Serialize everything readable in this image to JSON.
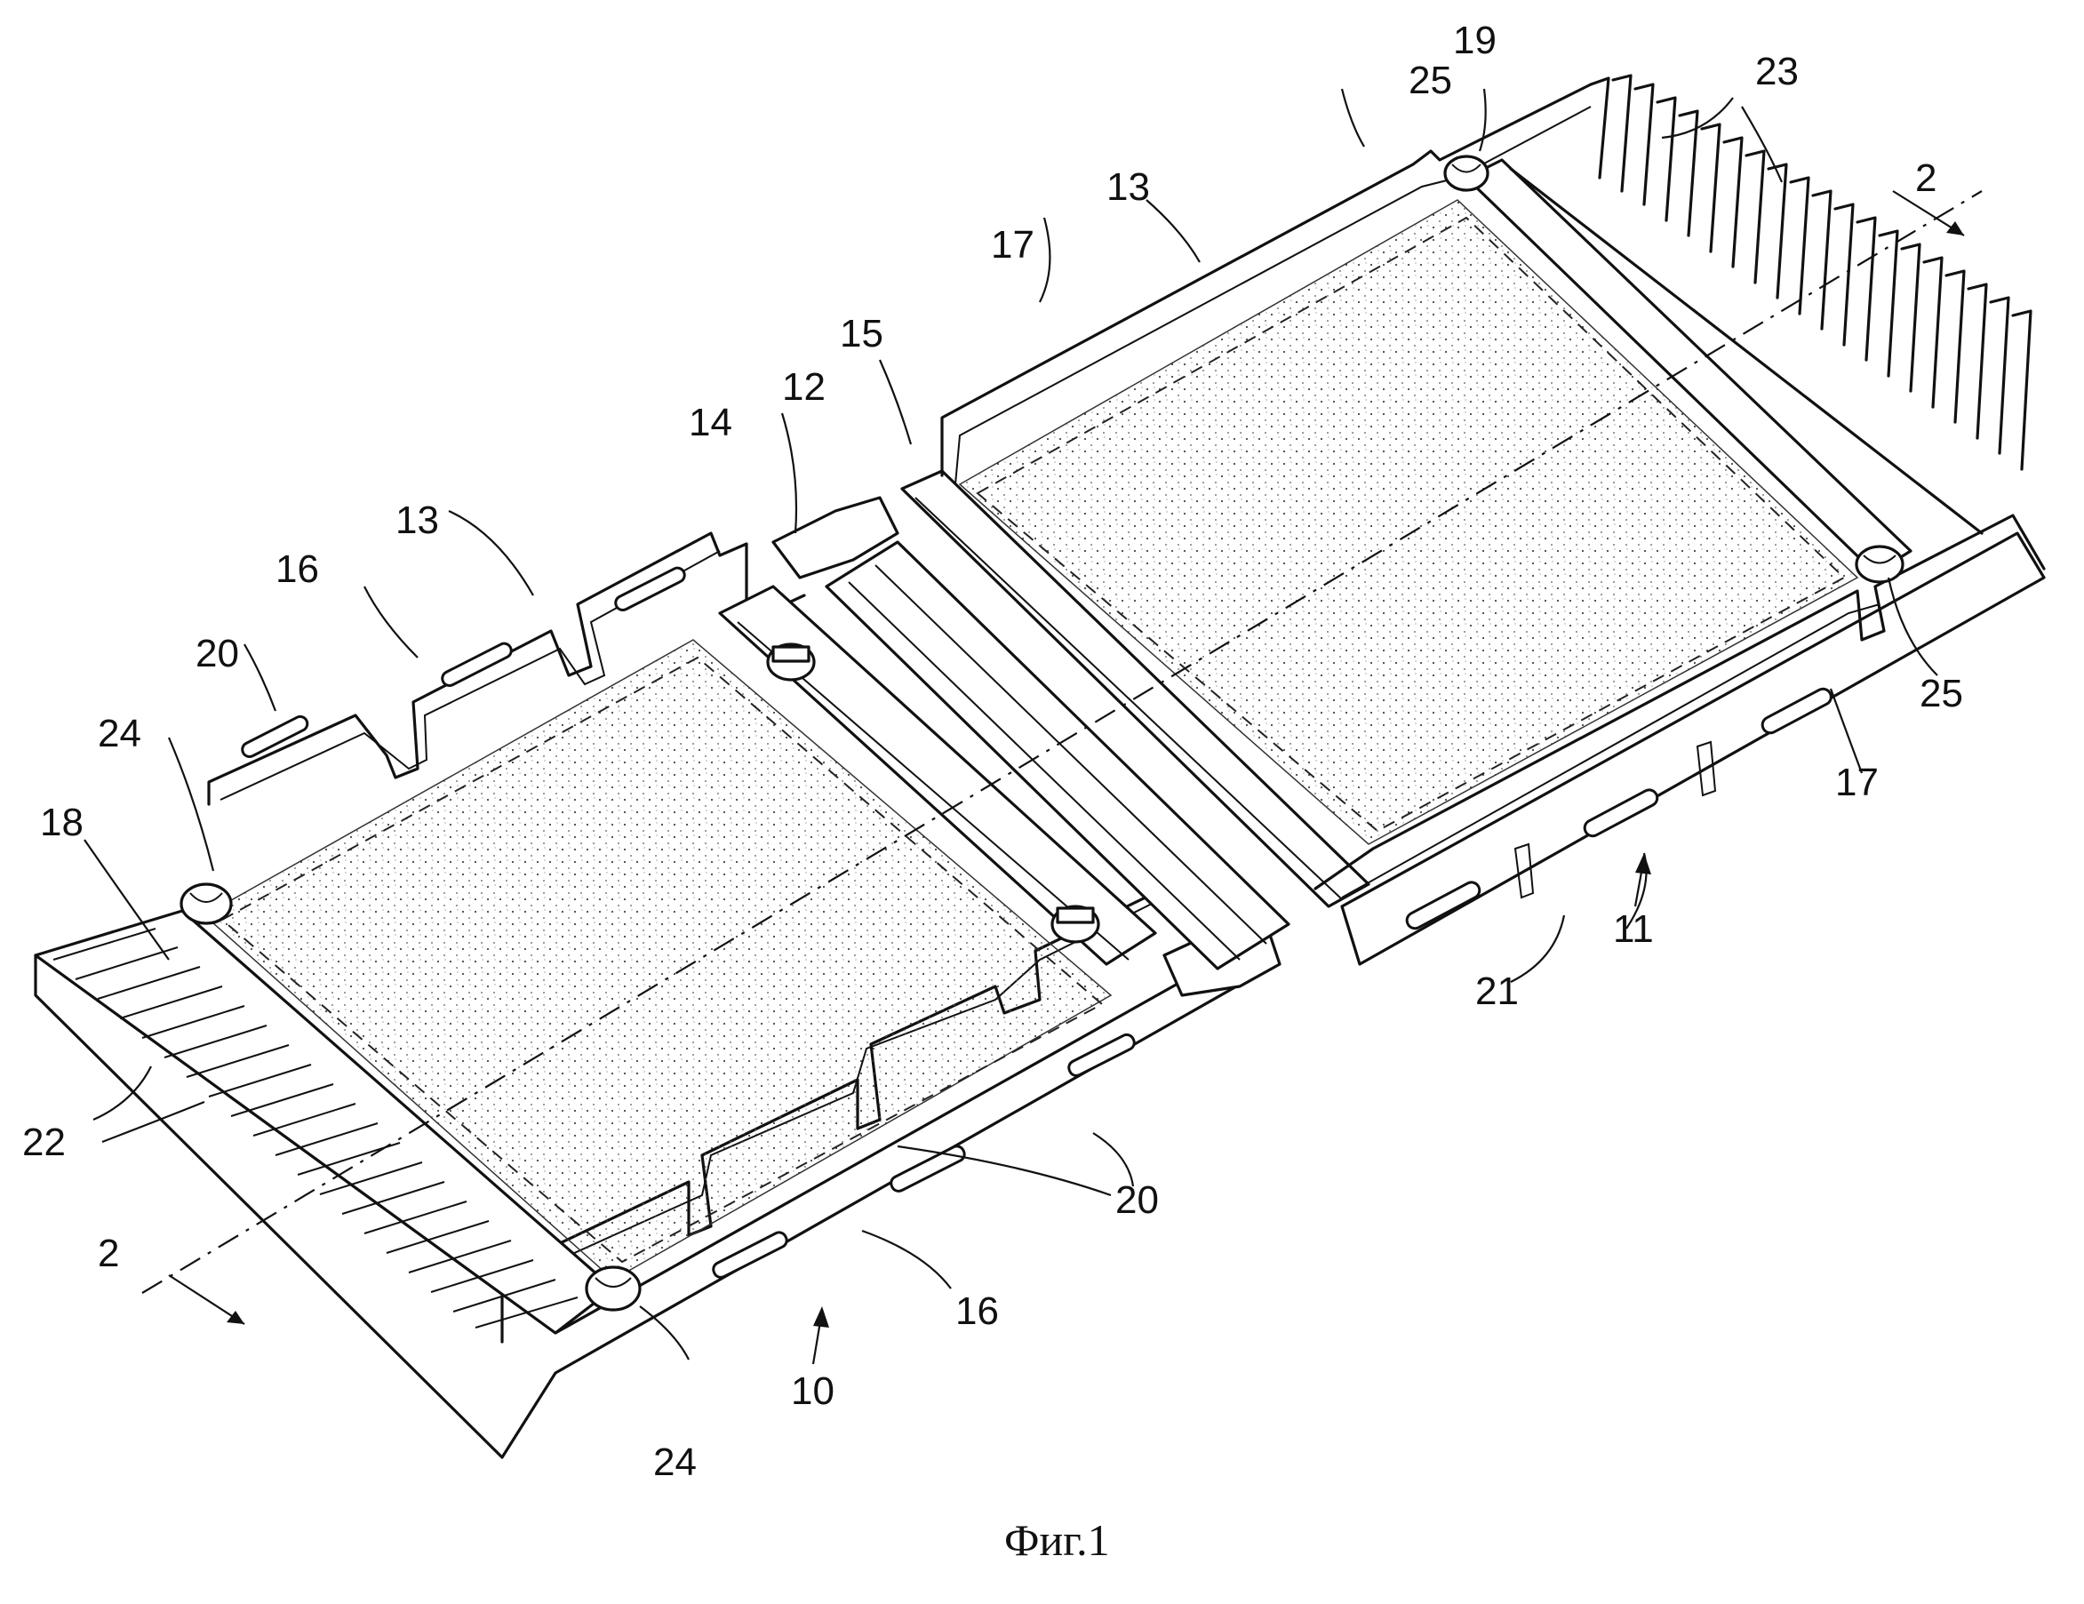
{
  "figure": {
    "caption": "Фиг.1",
    "labels": {
      "l10": "10",
      "l11": "11",
      "l12": "12",
      "l13a": "13",
      "l13b": "13",
      "l14": "14",
      "l15": "15",
      "l16a": "16",
      "l16b": "16",
      "l17a": "17",
      "l17b": "17",
      "l18": "18",
      "l19": "19",
      "l20a": "20",
      "l20b": "20",
      "l21": "21",
      "l22": "22",
      "l23": "23",
      "l24a": "24",
      "l24b": "24",
      "l25a": "25",
      "l25b": "25",
      "l2a": "2",
      "l2b": "2"
    }
  }
}
